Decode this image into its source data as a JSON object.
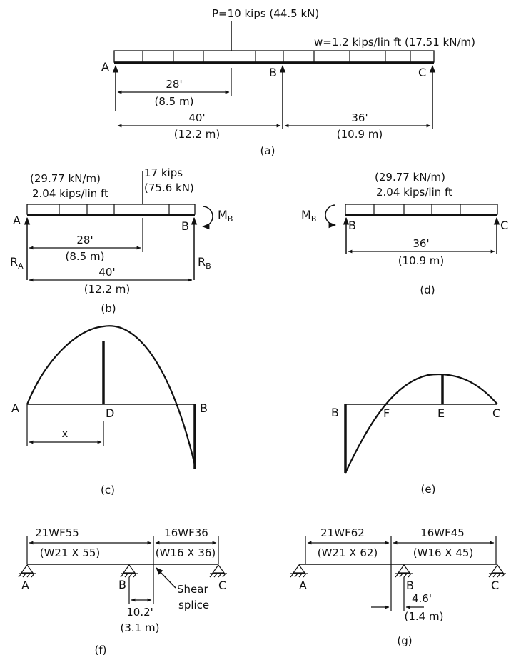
{
  "a": {
    "P": "P=10 kips (44.5 kN)",
    "w": "w=1.2 kips/lin ft (17.51 kN/m)",
    "A": "A",
    "B": "B",
    "C": "C",
    "d28": "28'",
    "d28m": "(8.5 m)",
    "d40": "40'",
    "d40m": "(12.2 m)",
    "d36": "36'",
    "d36m": "(10.9 m)",
    "cap": "(a)"
  },
  "b": {
    "wkn": "(29.77 kN/m)",
    "wk": "2.04 kips/lin ft",
    "P1": "17 kips",
    "P2": "(75.6 kN)",
    "A": "A",
    "B": "B",
    "M": "M",
    "Msub": "B",
    "RA": "R",
    "RAsub": "A",
    "RB": "R",
    "RBsub": "B",
    "d28": "28'",
    "d28m": "(8.5 m)",
    "d40": "40'",
    "d40m": "(12.2 m)",
    "cap": "(b)"
  },
  "d": {
    "wkn": "(29.77 kN/m)",
    "wk": "2.04 kips/lin ft",
    "M": "M",
    "Msub": "B",
    "B": "B",
    "C": "C",
    "d36": "36'",
    "d36m": "(10.9 m)",
    "cap": "(d)"
  },
  "c": {
    "A": "A",
    "D": "D",
    "B": "B",
    "x": "x",
    "cap": "(c)"
  },
  "e": {
    "B": "B",
    "F": "F",
    "E": "E",
    "C": "C",
    "cap": "(e)"
  },
  "f": {
    "s1": "21WF55",
    "s1m": "(W21 X 55)",
    "s2": "16WF36",
    "s2m": "(W16 X 36)",
    "A": "A",
    "B": "B",
    "C": "C",
    "splice1": "Shear",
    "splice2": "splice",
    "d": "10.2'",
    "dm": "(3.1 m)",
    "cap": "(f)"
  },
  "g": {
    "s1": "21WF62",
    "s1m": "(W21 X 62)",
    "s2": "16WF45",
    "s2m": "(W16 X 45)",
    "A": "A",
    "B": "B",
    "C": "C",
    "d": "4.6'",
    "dm": "(1.4 m)",
    "cap": "(g)"
  }
}
